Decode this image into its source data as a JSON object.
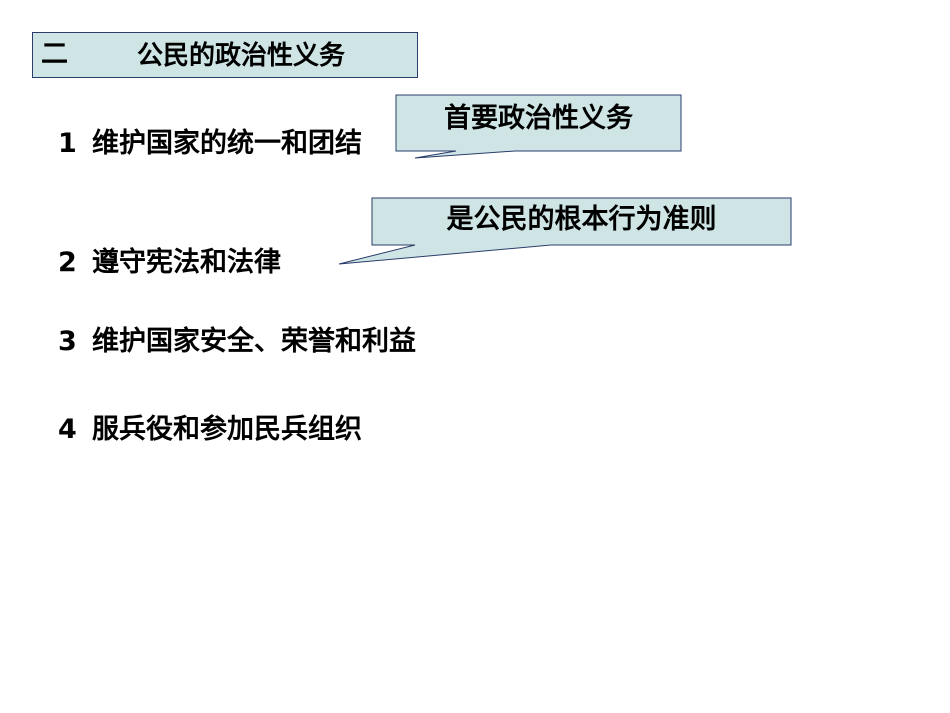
{
  "title": {
    "number": "二",
    "text": "公民的政治性义务"
  },
  "items": [
    {
      "number": "1",
      "text": "维护国家的统一和团结"
    },
    {
      "number": "2",
      "text": "遵守宪法和法律"
    },
    {
      "number": "3",
      "text": "维护国家安全、荣誉和利益"
    },
    {
      "number": "4",
      "text": "服兵役和参加民兵组织"
    }
  ],
  "callouts": [
    {
      "text": "首要政治性义务"
    },
    {
      "text": "是公民的根本行为准则"
    }
  ],
  "colors": {
    "box_fill": "#cfe5e5",
    "box_border": "#2a3d6a",
    "text": "#000000",
    "background": "#ffffff"
  }
}
